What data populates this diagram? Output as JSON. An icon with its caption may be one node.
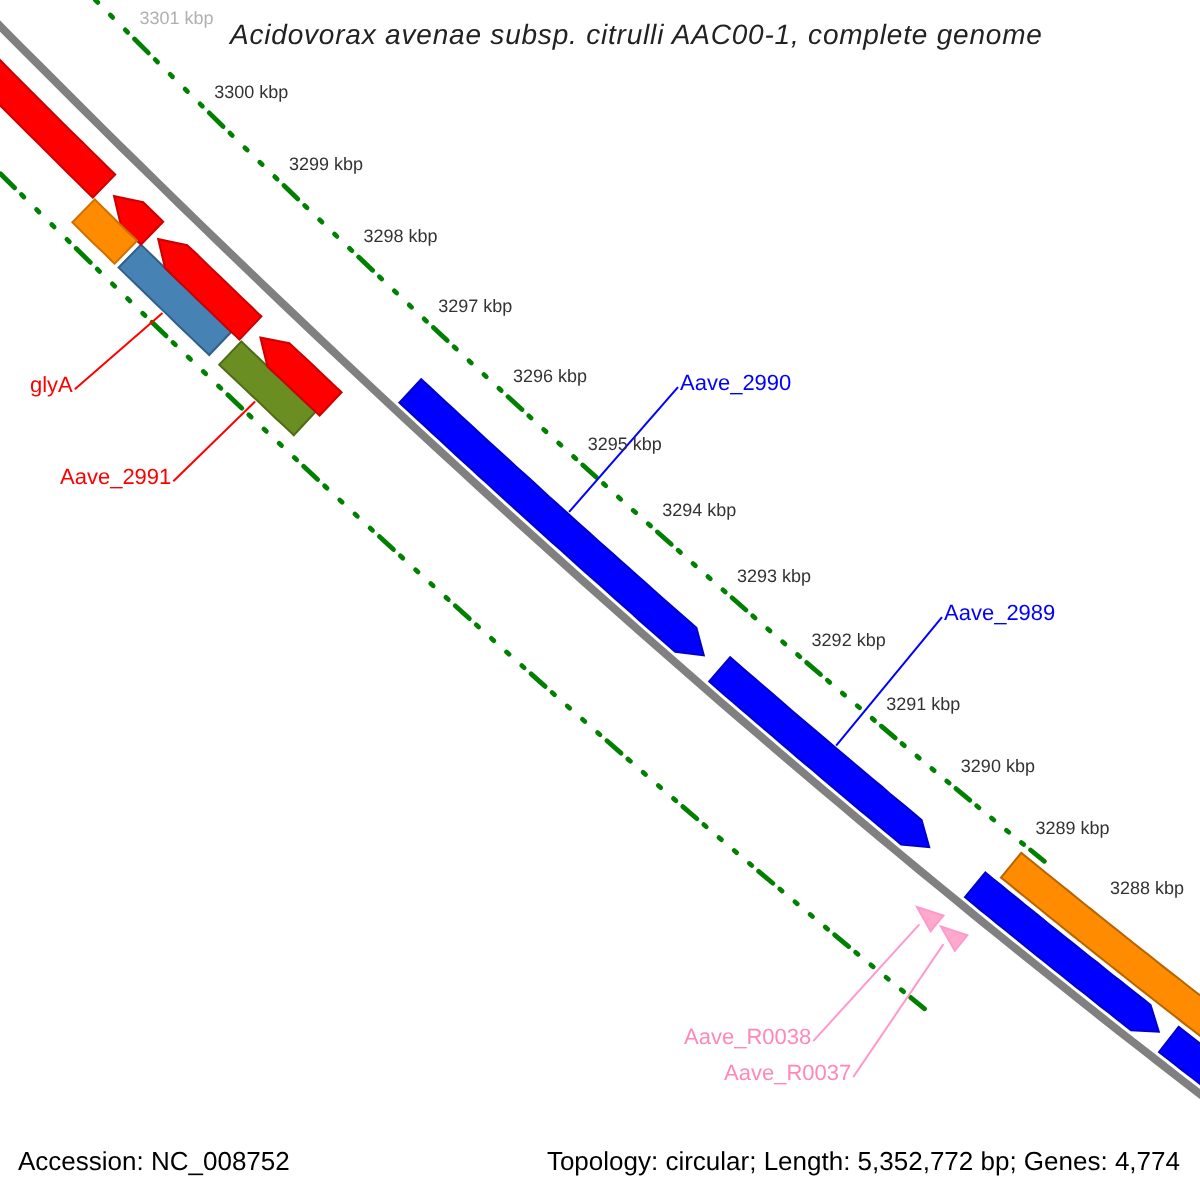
{
  "diagram": {
    "title": "Acidovorax avenae subsp. citrulli AAC00-1, complete genome",
    "nodes": [
      {
        "text": [
          "glyA"
        ]
      },
      {
        "text": [],
        "shape": "bar"
      },
      {
        "text": [
          "Aave_2991"
        ]
      },
      {
        "text": [],
        "shape": "bar"
      },
      {
        "text": [
          "Aave_2990"
        ]
      },
      {
        "text": [],
        "shape": "arrow"
      },
      {
        "text": [
          "Aave_2989"
        ]
      },
      {
        "text": [],
        "shape": "arrow"
      },
      {
        "text": [
          "Aave_R0038"
        ]
      },
      {
        "text": [],
        "shape": "triangle"
      },
      {
        "text": [
          "Aave_R0037"
        ]
      },
      {
        "text": [],
        "shape": "triangle"
      },
      {
        "text": [],
        "shape": "bar"
      },
      {
        "text": [],
        "shape": "arrow"
      },
      {
        "text": [],
        "shape": "arrow"
      },
      {
        "text": [],
        "shape": "arrow"
      },
      {
        "text": [],
        "shape": "bar"
      },
      {
        "text": [],
        "shape": "arrow"
      },
      {
        "text": [],
        "shape": "bar"
      },
      {
        "text": [],
        "shape": "bar"
      }
    ],
    "edges": [
      {
        "from": 0,
        "to": 1,
        "arrow": "none",
        "color": "#ff0000"
      },
      {
        "from": 2,
        "to": 3,
        "arrow": "none",
        "color": "#ff0000"
      },
      {
        "from": 4,
        "to": 5,
        "arrow": "none",
        "color": "#0000ff"
      },
      {
        "from": 6,
        "to": 7,
        "arrow": "none",
        "color": "#0000ff"
      },
      {
        "from": 8,
        "to": 9,
        "arrow": "none",
        "color": "#ff99cc"
      },
      {
        "from": 10,
        "to": 11,
        "arrow": "none",
        "color": "#ff99cc"
      }
    ],
    "labels": [
      "3301 kbp",
      "3300 kbp",
      "3299 kbp",
      "3298 kbp",
      "3297 kbp",
      "3296 kbp",
      "3295 kbp",
      "3294 kbp",
      "3293 kbp",
      "3292 kbp",
      "3291 kbp",
      "3290 kbp",
      "3289 kbp",
      "3288 kbp",
      "Accession: NC_008752",
      "Topology: circular; Length: 5,352,772 bp; Genes: 4,774"
    ]
  }
}
